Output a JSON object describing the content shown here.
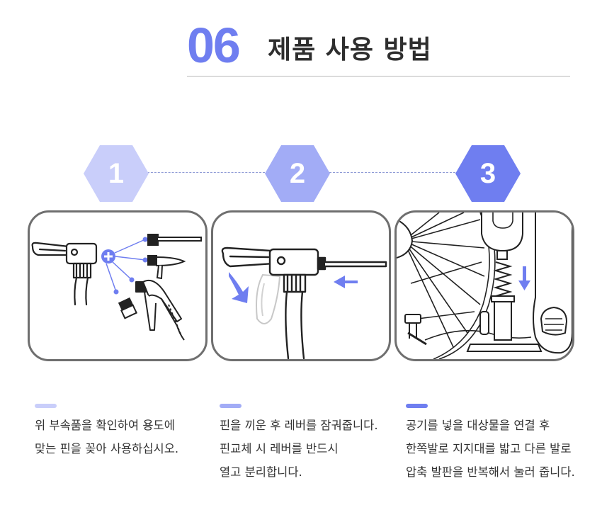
{
  "header": {
    "section_number": "06",
    "section_title": "제품 사용 방법"
  },
  "colors": {
    "accent": "#6f7ef0",
    "step1": "#c9cefa",
    "step2": "#a2acf6",
    "step3": "#6f7ef0",
    "panel_border": "#6f6f6f",
    "text": "#333333"
  },
  "steps": [
    {
      "number": "1",
      "illustration": "pump-head-parts-icon",
      "lines": [
        "위 부속품을 확인하여 용도에",
        "맞는 핀을 꽂아 사용하십시오."
      ]
    },
    {
      "number": "2",
      "illustration": "insert-pin-lever-icon",
      "lines": [
        "핀을 끼운 후 레버를 잠궈줍니다.",
        "핀교체 시 레버를 반드시",
        "열고 분리합니다."
      ]
    },
    {
      "number": "3",
      "illustration": "foot-pump-wheel-icon",
      "lines": [
        "공기를 넣을 대상물을 연결 후",
        "한쪽발로 지지대를 밟고 다른 발로",
        "압축 발판을 반복해서 눌러 줍니다."
      ]
    }
  ]
}
